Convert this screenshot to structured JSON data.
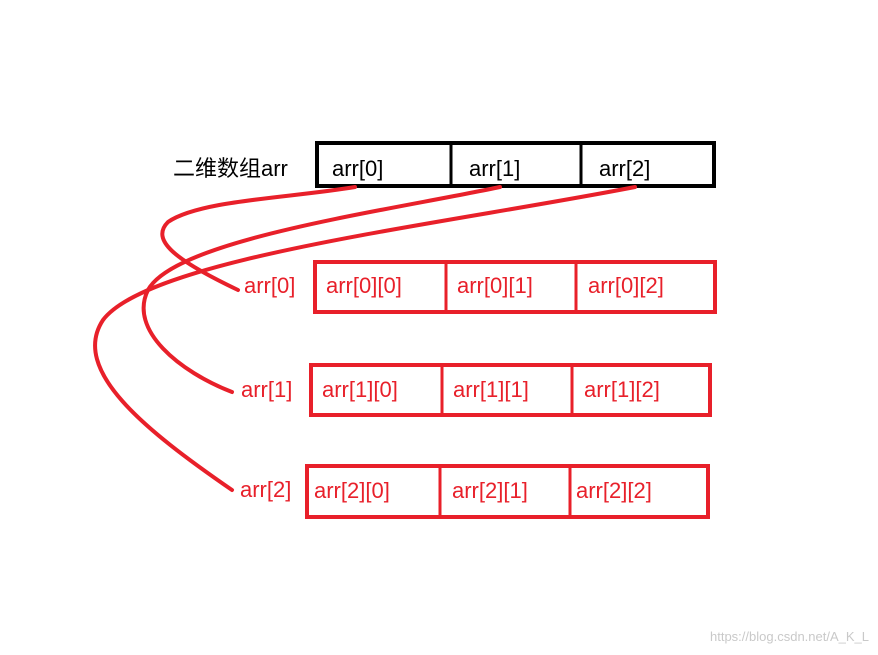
{
  "title_label": "二维数组arr",
  "top_array": {
    "cells": [
      "arr[0]",
      "arr[1]",
      "arr[2]"
    ],
    "color": "#000000"
  },
  "rows": [
    {
      "label": "arr[0]",
      "cells": [
        "arr[0][0]",
        "arr[0][1]",
        "arr[0][2]"
      ]
    },
    {
      "label": "arr[1]",
      "cells": [
        "arr[1][0]",
        "arr[1][1]",
        "arr[1][2]"
      ]
    },
    {
      "label": "arr[2]",
      "cells": [
        "arr[2][0]",
        "arr[2][1]",
        "arr[2][2]"
      ]
    }
  ],
  "accent_color": "#e8202a",
  "watermark": "https://blog.csdn.net/A_K_L"
}
